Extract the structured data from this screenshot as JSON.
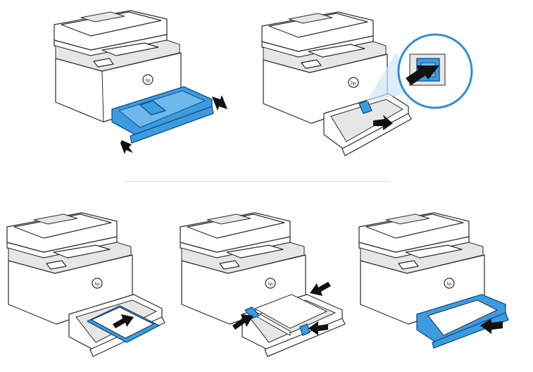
{
  "steps": [
    {
      "id": 1,
      "action": "pull-out-tray"
    },
    {
      "id": 2,
      "action": "slide-width-guides-out"
    },
    {
      "id": 3,
      "action": "insert-paper"
    },
    {
      "id": 4,
      "action": "adjust-guides-to-paper"
    },
    {
      "id": 5,
      "action": "push-tray-in"
    }
  ],
  "colors": {
    "highlight": "#3d9be0",
    "outline": "#2b2b2b",
    "arrow": "#111111",
    "divider": "#d9d9d9"
  },
  "icons": [
    "hp-logo-icon",
    "arrow-icon",
    "zoom-callout"
  ]
}
